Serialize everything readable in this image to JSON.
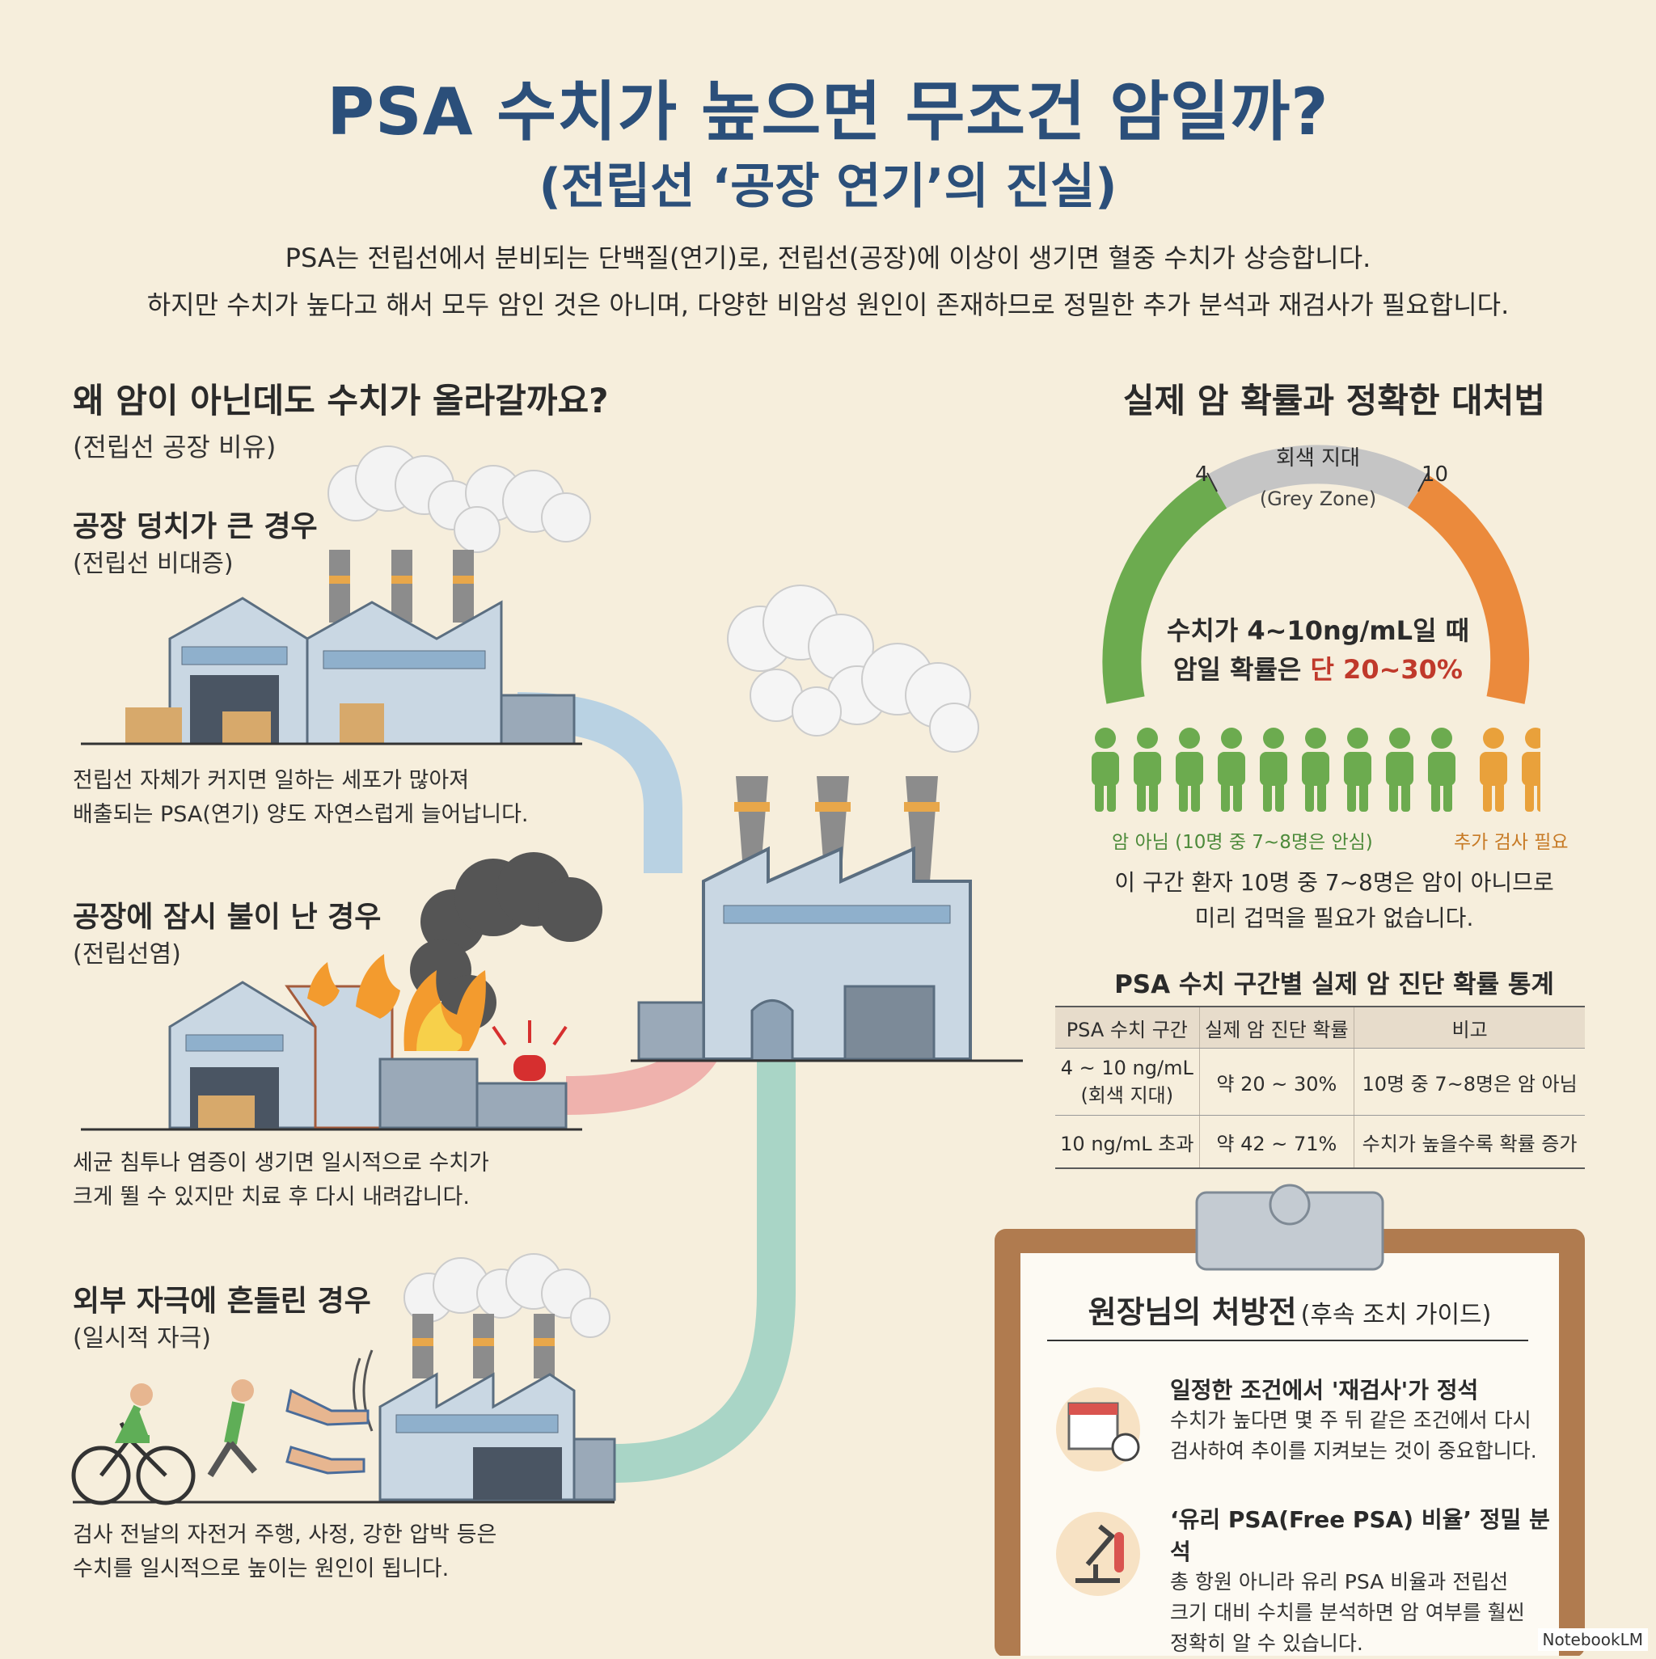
{
  "header": {
    "title": "PSA 수치가 높으면 무조건 암일까?",
    "subtitle": "(전립선 ‘공장 연기’의 진실)",
    "intro_line1": "PSA는 전립선에서 분비되는 단백질(연기)로, 전립선(공장)에 이상이 생기면 혈중 수치가 상승합니다.",
    "intro_line2": "하지만 수치가 높다고 해서 모두 암인 것은 아니며, 다양한 비암성 원인이 존재하므로 정밀한 추가 분석과 재검사가 필요합니다."
  },
  "left": {
    "heading": "왜 암이 아닌데도 수치가 올라갈까요?",
    "subheading": "(전립선 공장 비유)",
    "cases": [
      {
        "title": "공장 덩치가 큰 경우",
        "subtitle": "(전립선 비대증)",
        "desc1": "전립선 자체가 커지면 일하는 세포가 많아져",
        "desc2": "배출되는 PSA(연기) 양도 자연스럽게 늘어납니다."
      },
      {
        "title": "공장에 잠시 불이 난 경우",
        "subtitle": "(전립선염)",
        "desc1": "세균 침투나 염증이 생기면 일시적으로 수치가",
        "desc2": "크게 뛸 수 있지만 치료 후 다시 내려갑니다."
      },
      {
        "title": "외부 자극에 흔들린 경우",
        "subtitle": "(일시적 자극)",
        "desc1": "검사 전날의 자전거 주행, 사정, 강한 압박 등은",
        "desc2": "수치를 일시적으로 높이는 원인이 됩니다."
      }
    ]
  },
  "right": {
    "heading": "실제 암 확률과 정확한 대처법",
    "gauge": {
      "zone_label_ko": "회색 지대",
      "zone_label_en": "(Grey Zone)",
      "tick_low": "4",
      "tick_high": "10",
      "caption1": "수치가 4~10ng/mL일 때",
      "caption2_prefix": "암일 확률은 ",
      "caption2_highlight": "단 20~30%"
    },
    "people": {
      "safe_count": 9,
      "check_count": 2,
      "safe_label": "암 아님 (10명 중 7~8명은 안심)",
      "check_label": "추가 검사 필요",
      "note1": "이 구간 환자 10명 중 7~8명은 암이 아니므로",
      "note2": "미리 겁먹을 필요가 없습니다."
    },
    "table": {
      "title": "PSA 수치 구간별 실제 암 진단 확률 통계",
      "headers": [
        "PSA 수치 구간",
        "실제 암 진단 확률",
        "비고"
      ],
      "rows": [
        {
          "range1": "4 ~ 10 ng/mL",
          "range2": "(회색 지대)",
          "prob": "약 20 ~ 30%",
          "note": "10명 중 7~8명은 암 아님"
        },
        {
          "range1": "10 ng/mL 초과",
          "range2": "",
          "prob": "약 42 ~ 71%",
          "note": "수치가 높을수록 확률 증가"
        }
      ]
    },
    "clipboard": {
      "title": "원장님의 처방전",
      "title_sub": "(후속 조치 가이드)",
      "items": [
        {
          "title": "일정한 조건에서 '재검사'가 정석",
          "d1": "수치가 높다면 몇 주 뒤 같은 조건에서 다시",
          "d2": "검사하여 추이를 지켜보는 것이 중요합니다.",
          "d3": ""
        },
        {
          "title": "‘유리 PSA(Free PSA) 비율’ 정밀 분석",
          "d1": "총 항원 아니라 유리 PSA 비율과 전립선",
          "d2": "크기 대비 수치를 분석하면 암 여부를 훨씬",
          "d3": "정확히 알 수 있습니다."
        }
      ]
    }
  },
  "footer": {
    "brand": "NotebookLM"
  },
  "colors": {
    "title": "#2b4f7a",
    "accent_red": "#c0392b",
    "safe_green": "#6cab4f",
    "check_orange": "#e9a13b"
  }
}
